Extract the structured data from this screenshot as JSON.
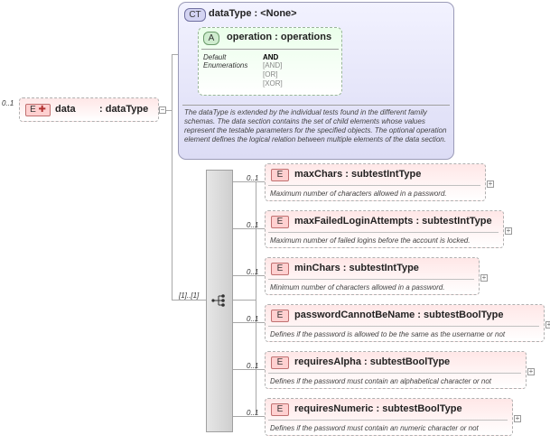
{
  "root": {
    "occurs": "0..1",
    "badge": "E",
    "name": "data",
    "type": ": dataType"
  },
  "complex_type": {
    "badge": "CT",
    "title": "dataType : <None>",
    "attribute": {
      "badge": "A",
      "title": "operation : operations",
      "default_label": "Default",
      "default_value": "AND",
      "enum_label": "Enumerations",
      "enumerations": [
        "[AND]",
        "[OR]",
        "[XOR]"
      ]
    },
    "description": "The dataType is extended by the individual tests found in the different family schemas.  The data section contains the set of child elements whose values represent the testable parameters for the specified objects. The optional operation element defines the logical relation between multiple elements of the data section."
  },
  "sequence": {
    "occurs": "[1]..[1]",
    "icon": "sequence-icon"
  },
  "children": [
    {
      "occurs": "0..1",
      "badge": "E",
      "title": "maxChars : subtestIntType",
      "desc": "Maximum number of characters allowed in a password."
    },
    {
      "occurs": "0..1",
      "badge": "E",
      "title": "maxFailedLoginAttempts : subtestIntType",
      "desc": "Maximum number of failed logins before the account is locked."
    },
    {
      "occurs": "0..1",
      "badge": "E",
      "title": "minChars : subtestIntType",
      "desc": "Minimum number of characters allowed in a password."
    },
    {
      "occurs": "0..1",
      "badge": "E",
      "title": "passwordCannotBeName : subtestBoolType",
      "desc": "Defines if the password is allowed to be the same as the username or not"
    },
    {
      "occurs": "0..1",
      "badge": "E",
      "title": "requiresAlpha : subtestBoolType",
      "desc": "Defines if the password must contain an alphabetical character or not"
    },
    {
      "occurs": "0..1",
      "badge": "E",
      "title": "requiresNumeric : subtestBoolType",
      "desc": "Defines if the password must contain an numeric character or not"
    }
  ]
}
